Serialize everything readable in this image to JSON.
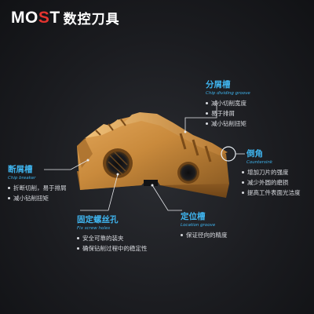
{
  "brand": {
    "logo_main": "MO",
    "logo_accent": "S",
    "logo_tail": "T",
    "name_cn": "数控刀具"
  },
  "callouts": {
    "chip_groove": {
      "title": "分屑槽",
      "subtitle": "Chip dividing groove",
      "items": [
        "减小切削宽度",
        "易于排屑",
        "减小钻削扭矩"
      ]
    },
    "countersink": {
      "title": "倒角",
      "subtitle": "Countersink",
      "items": [
        "增加刀片的强度",
        "减少外圆的磨损",
        "提高工件表面光洁度"
      ]
    },
    "chip_breaker": {
      "title": "断屑槽",
      "subtitle": "Chip breaker",
      "items": [
        "折断切削，易于排屑",
        "减小钻削扭矩"
      ]
    },
    "fix_screw": {
      "title": "固定螺丝孔",
      "subtitle": "Fix screw holes",
      "items": [
        "安全可靠的装夹",
        "确保钻削过程中的稳定性"
      ]
    },
    "location_groove": {
      "title": "定位槽",
      "subtitle": "Location groove",
      "items": [
        "保证径向的精度"
      ]
    }
  },
  "colors": {
    "accent_blue": "#3fb4ee",
    "brand_red": "#e3342f",
    "insert_gold": "#c98a3c"
  }
}
